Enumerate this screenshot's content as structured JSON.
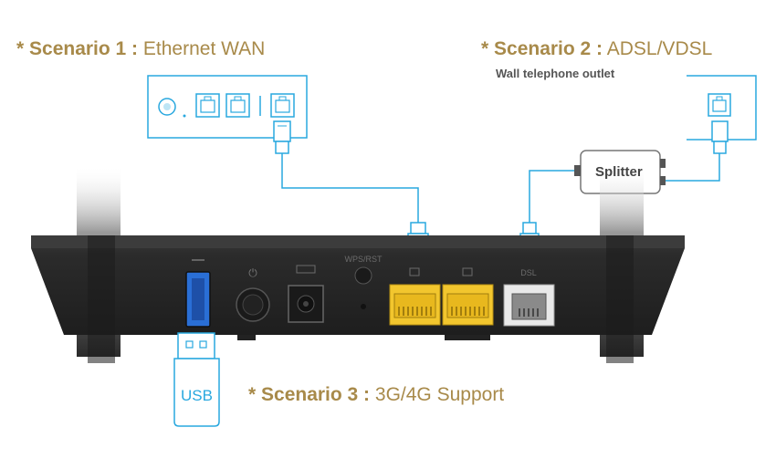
{
  "scenario1": {
    "star": "* Scenario 1 :",
    "text": " Ethernet WAN"
  },
  "scenario2": {
    "star": "* Scenario 2 :",
    "text": " ADSL/VDSL",
    "subtitle": "Wall telephone outlet"
  },
  "scenario3": {
    "star": "* Scenario 3 :",
    "text": " 3G/4G Support"
  },
  "splitter_label": "Splitter",
  "usb_label": "USB",
  "ports": {
    "dsl": "DSL",
    "reset": "WPS/RST",
    "power": "PWR"
  },
  "colors": {
    "accent_gold": "#a88a4a",
    "cable_blue": "#29a8df",
    "router_body": "#2b2b2b",
    "lan_yellow": "#f2c62e"
  }
}
